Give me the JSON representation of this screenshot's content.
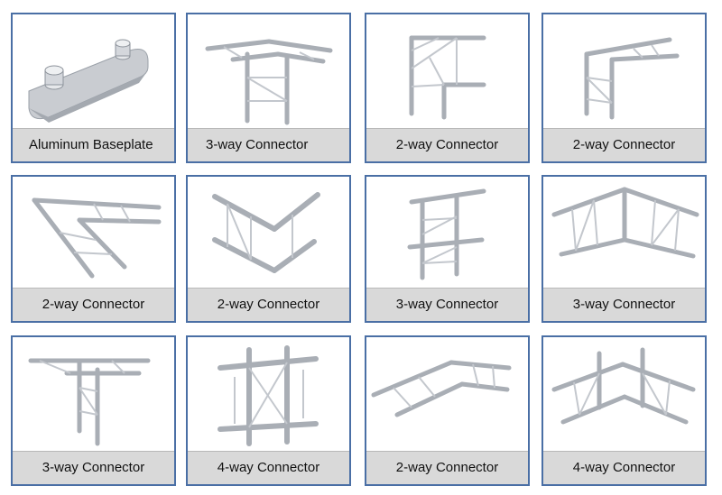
{
  "products": [
    {
      "caption": "Aluminum Baseplate"
    },
    {
      "caption": "3-way Connector"
    },
    {
      "caption": "2-way Connector"
    },
    {
      "caption": "2-way Connector"
    },
    {
      "caption": "2-way Connector"
    },
    {
      "caption": "2-way Connector"
    },
    {
      "caption": "3-way Connector"
    },
    {
      "caption": "3-way Connector"
    },
    {
      "caption": "3-way Connector"
    },
    {
      "caption": "4-way Connector"
    },
    {
      "caption": "2-way Connector"
    },
    {
      "caption": "4-way Connector"
    }
  ]
}
